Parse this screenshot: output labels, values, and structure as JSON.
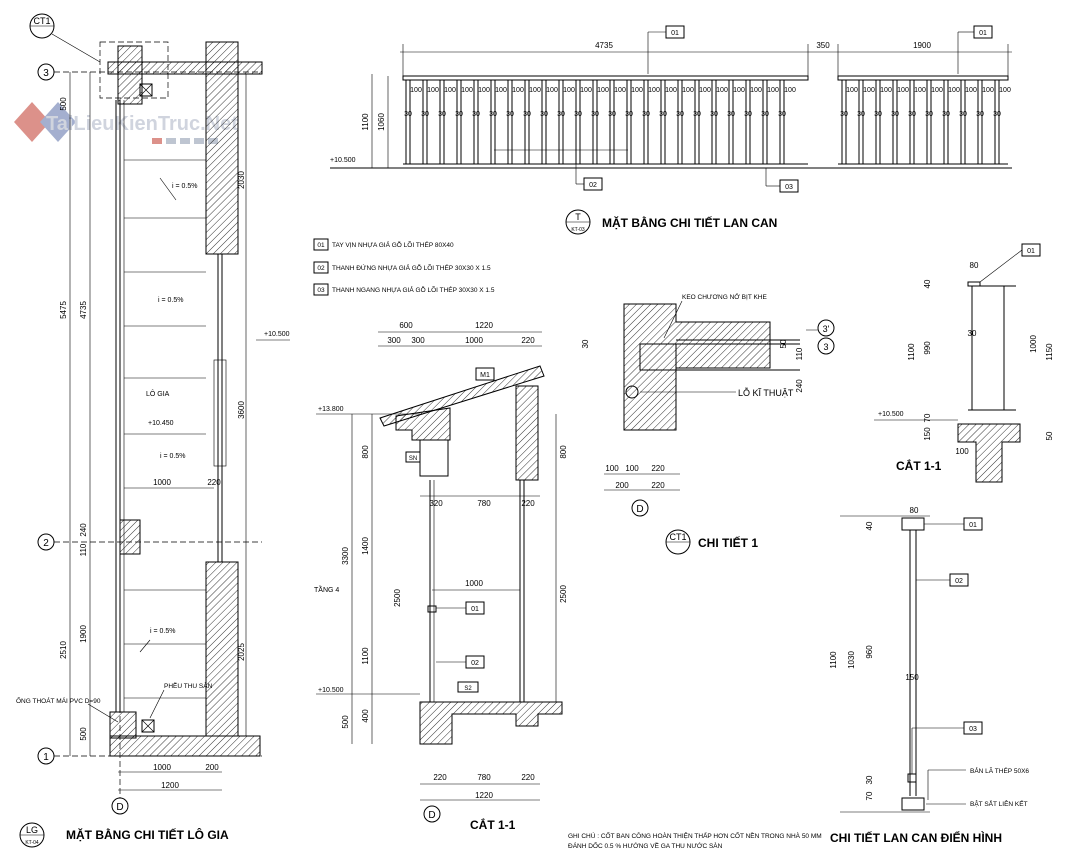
{
  "watermark": "TaiLieuKienTruc.Net",
  "axes": {
    "a3": "3",
    "a2": "2",
    "a1": "1",
    "a3p": "3'",
    "aD": "D"
  },
  "titles": {
    "plan_logia": "MẶT BẰNG CHI TIẾT LÔ GIA",
    "plan_logia_tag": "LG",
    "plan_logia_ref": "KT-04",
    "railing_plan": "MẶT BẰNG CHI TIẾT LAN CAN",
    "railing_plan_tag": "T",
    "railing_plan_ref": "KT-03",
    "section11": "CẮT 1-1",
    "section11_small": "CẮT 1-1",
    "detail1": "CHI TIẾT 1",
    "detail1_tag": "CT1",
    "typical_rail": "CHI TIẾT LAN CAN ĐIỂN HÌNH",
    "ct1_tag_top": "CT1"
  },
  "legend": [
    {
      "code": "01",
      "text": "TAY VỊN NHỰA GIẢ GỖ LÕI THÉP 80X40"
    },
    {
      "code": "02",
      "text": "THANH ĐỨNG NHỰA GIẢ GỖ LÕI THÉP 30X30 X 1.5"
    },
    {
      "code": "03",
      "text": "THANH NGANG NHỰA GIẢ GỖ LÕI THÉP 30X30 X 1.5"
    }
  ],
  "railing_plan": {
    "dim_left": "4735",
    "dim_mid": "350",
    "dim_right": "1900",
    "h1": "1100",
    "h2": "1060",
    "level": "+10.500",
    "spacing": "100",
    "bar": "30",
    "tag01": "01",
    "tag02": "02",
    "tag03": "03"
  },
  "logia_plan": {
    "d500": "500",
    "d4735": "4735",
    "d5475": "5475",
    "d2030": "2030",
    "d3600": "3600",
    "d240": "240",
    "d110": "110",
    "d1900": "1900",
    "d2510": "2510",
    "d2025": "2025",
    "d500b": "500",
    "d1000": "1000",
    "d220": "220",
    "d1000b": "1000",
    "d200": "200",
    "d1200": "1200",
    "slope1": "i = 0.5%",
    "slope2": "i = 0.5%",
    "slope3": "i = 0.5%",
    "slope4": "i = 0.5%",
    "room": "LÔ GIA",
    "level": "+10.450",
    "level2": "+10.500",
    "drain": "ỐNG THOÁT MÁI PVC D=90",
    "funnel": "PHỄU THU SÀN"
  },
  "section": {
    "d600": "600",
    "d1220": "1220",
    "d300a": "300",
    "d300b": "300",
    "d1000": "1000",
    "d220": "220",
    "level_top": "+13.800",
    "level_bot": "+10.500",
    "d800": "800",
    "d3300": "3300",
    "d1400": "1400",
    "d2500": "2500",
    "d1100": "1100",
    "d500": "500",
    "d400": "400",
    "d800r": "800",
    "d2500r": "2500",
    "d320": "320",
    "d780": "780",
    "d220r": "220",
    "d1000m": "1000",
    "d220b": "220",
    "d780b": "780",
    "d220c": "220",
    "d1220b": "1220",
    "m1": "M1",
    "sn": "SN",
    "s2": "S2",
    "floor": "TẦNG 4",
    "tag01": "01",
    "tag02": "02"
  },
  "detail1": {
    "note": "KEO CHƯƠNG NỞ BỊT KHE",
    "hole": "LỖ KĨ THUẬT",
    "d30": "30",
    "d50": "50",
    "d110": "110",
    "d240": "240",
    "d100a": "100",
    "d100b": "100",
    "d220": "220",
    "d200": "200",
    "d220b": "220"
  },
  "section_small": {
    "d80": "80",
    "d40": "40",
    "d30": "30",
    "d990": "990",
    "d1100": "1100",
    "d1000": "1000",
    "d1150": "1150",
    "d70": "70",
    "d150": "150",
    "d100": "100",
    "d50": "50",
    "level": "+10.500",
    "tag": "01"
  },
  "typical": {
    "d80": "80",
    "d40": "40",
    "d1100": "1100",
    "d1030": "1030",
    "d960": "960",
    "d150": "150",
    "d30": "30",
    "d70": "70",
    "tag01": "01",
    "tag02": "02",
    "tag03": "03",
    "plate": "BẢN LÃ THÉP 50X6",
    "anchor": "BẬT SẮT LIÊN KẾT"
  },
  "notes": {
    "line1": "GHI CHÚ : CỐT BAN CÔNG HOÀN THIỆN THẤP HƠN CỐT NỀN TRONG NHÀ 50 MM",
    "line2": "ĐÁNH DỐC 0.5 % HƯỚNG VỀ GA THU NƯỚC SÀN"
  }
}
